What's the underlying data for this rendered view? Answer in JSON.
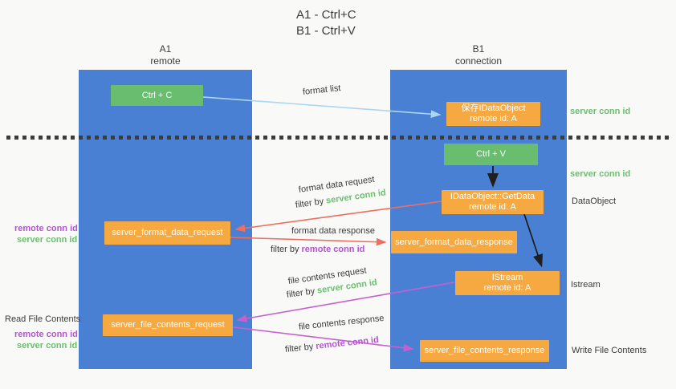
{
  "title": {
    "line1": "A1 - Ctrl+C",
    "line2": "B1 - Ctrl+V"
  },
  "lifelines": {
    "a1": {
      "name": "A1",
      "subtitle": "remote"
    },
    "b1": {
      "name": "B1",
      "subtitle": "connection"
    }
  },
  "boxes": {
    "ctrl_c": {
      "label": "Ctrl + C"
    },
    "ctrl_v": {
      "label": "Ctrl + V"
    },
    "save_idataobject": {
      "line1": "保存IDataObject",
      "line2": "remote id: A"
    },
    "idataobject_getdata": {
      "line1": "IDataObject::GetData",
      "line2": "remote id: A"
    },
    "istream": {
      "line1": "IStream",
      "line2": "remote id: A"
    },
    "server_format_data_request": {
      "label": "server_format_data_request"
    },
    "server_format_data_response": {
      "label": "server_format_data_response"
    },
    "server_file_contents_request": {
      "label": "server_file_contents_request"
    },
    "server_file_contents_response": {
      "label": "server_file_contents_response"
    }
  },
  "flows": {
    "format_list": {
      "label": "format list"
    },
    "format_data_request": {
      "label": "format data request",
      "filter_prefix": "filter by ",
      "filter_key": "server conn id"
    },
    "format_data_response": {
      "label": "format data response",
      "filter_prefix": "filter by ",
      "filter_key": "remote conn id"
    },
    "file_contents_request": {
      "label": "file contents request",
      "filter_prefix": "filter by ",
      "filter_key": "server conn id"
    },
    "file_contents_response": {
      "label": "file contents response",
      "filter_prefix": "filter by ",
      "filter_key": "remote conn id"
    }
  },
  "side_labels": {
    "right_server_conn_id_top": "server conn id",
    "right_server_conn_id_mid": "server conn id",
    "right_dataobject": "DataObject",
    "right_istream": "Istream",
    "right_write_file_contents": "Write File Contents",
    "left_remote_conn_id_top": "remote conn id",
    "left_server_conn_id_top": "server conn id",
    "left_read_file_contents": "Read File Contents",
    "left_remote_conn_id_bottom": "remote conn id",
    "left_server_conn_id_bottom": "server conn id"
  },
  "colors": {
    "lifeline_blue": "#4a80d4",
    "box_orange": "#f7a941",
    "box_green": "#69bd6f",
    "arrow_light_blue": "#aad6f0",
    "arrow_red": "#ee6e60",
    "arrow_magenta": "#c760cd",
    "arrow_black": "#1f1f1f",
    "text_green": "#6abf6e",
    "text_purple": "#b455d0",
    "text_dark": "#3b3b3b"
  }
}
